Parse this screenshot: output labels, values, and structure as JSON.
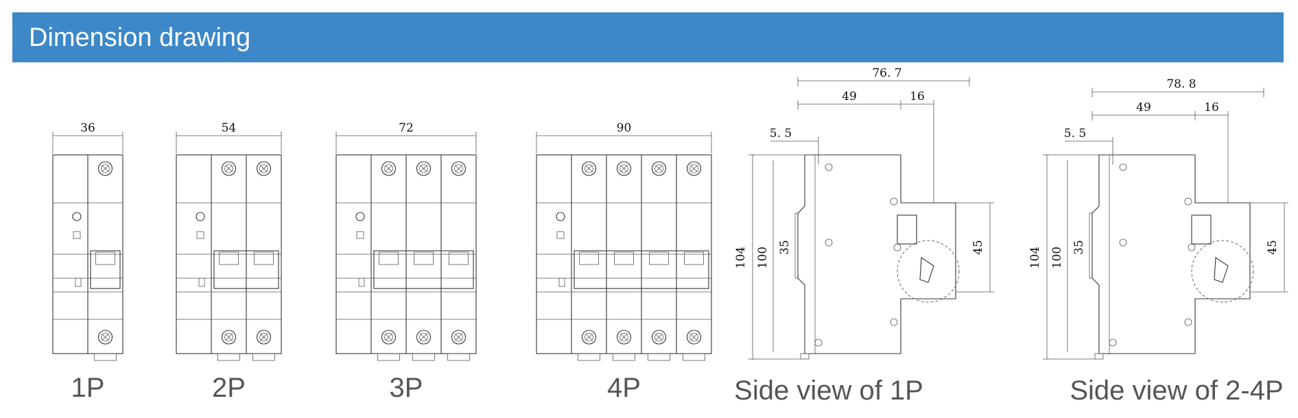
{
  "header": {
    "title": "Dimension drawing",
    "background": "#3d88c8",
    "text_color": "#ffffff"
  },
  "front_views": [
    {
      "caption": "1P",
      "width_label": "36",
      "poles": 1
    },
    {
      "caption": "2P",
      "width_label": "54",
      "poles": 2
    },
    {
      "caption": "3P",
      "width_label": "72",
      "poles": 3
    },
    {
      "caption": "4P",
      "width_label": "90",
      "poles": 4
    }
  ],
  "side_views": [
    {
      "caption": "Side view of 1P",
      "overall_label": "76. 7",
      "label_49": "49",
      "label_16": "16",
      "label_5_5": "5. 5",
      "height_104": "104",
      "height_100": "100",
      "height_35": "35",
      "height_45": "45"
    },
    {
      "caption": "Side view of 2-4P",
      "overall_label": "78. 8",
      "label_49": "49",
      "label_16": "16",
      "label_5_5": "5. 5",
      "height_104": "104",
      "height_100": "100",
      "height_35": "35",
      "height_45": "45"
    }
  ]
}
